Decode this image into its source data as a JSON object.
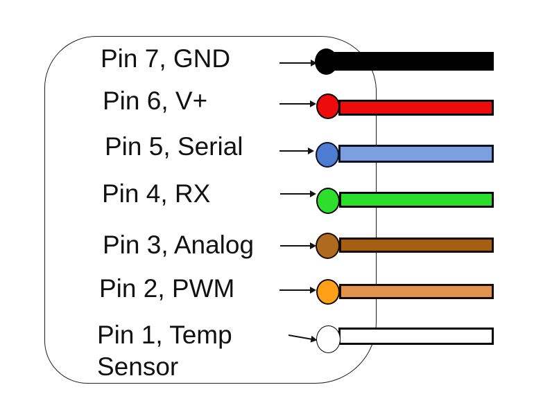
{
  "diagram": {
    "type": "pinout-wiring-diagram",
    "background_color": "#ffffff",
    "outline_color": "#1c1c1c",
    "text_color": "#111111"
  },
  "pins": [
    {
      "id": 7,
      "label": "Pin 7, GND",
      "signal": "GND",
      "wire_color_name": "black",
      "circle_color": "#000000",
      "wire_fill": "#000000",
      "border_color": "#000000"
    },
    {
      "id": 6,
      "label": "Pin 6, V+",
      "signal": "V+",
      "wire_color_name": "red",
      "circle_color": "#ee0b0b",
      "wire_fill": "#ee0b0b",
      "border_color": "#000000"
    },
    {
      "id": 5,
      "label": "Pin 5, Serial",
      "signal": "Serial",
      "wire_color_name": "blue",
      "circle_color": "#4e7cd2",
      "wire_fill": "#7d9fdf",
      "border_color": "#0c1226"
    },
    {
      "id": 4,
      "label": "Pin 4, RX",
      "signal": "RX",
      "wire_color_name": "green",
      "circle_color": "#2dde2d",
      "wire_fill": "#2adf2a",
      "border_color": "#000000"
    },
    {
      "id": 3,
      "label": "Pin 3, Analog",
      "signal": "Analog",
      "wire_color_name": "brown",
      "circle_color": "#ae6a1e",
      "wire_fill": "#a55f15",
      "border_color": "#140a00"
    },
    {
      "id": 2,
      "label": "Pin 2, PWM",
      "signal": "PWM",
      "wire_color_name": "orange",
      "circle_color": "#ffa019",
      "wire_fill": "#e2924c",
      "border_color": "#140a00"
    },
    {
      "id": 1,
      "label": "Pin 1, Temp\nSensor",
      "signal": "Temp Sensor",
      "wire_color_name": "white",
      "circle_color": "#ffffff",
      "wire_fill": "#ffffff",
      "border_color": "#000000"
    }
  ]
}
